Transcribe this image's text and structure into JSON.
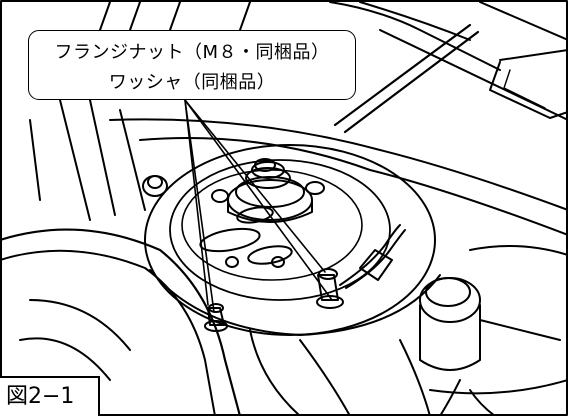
{
  "callout": {
    "line1": "フランジナット（M８・同梱品）",
    "line2": "ワッシャ（同梱品）"
  },
  "figure_label": "図2−1"
}
